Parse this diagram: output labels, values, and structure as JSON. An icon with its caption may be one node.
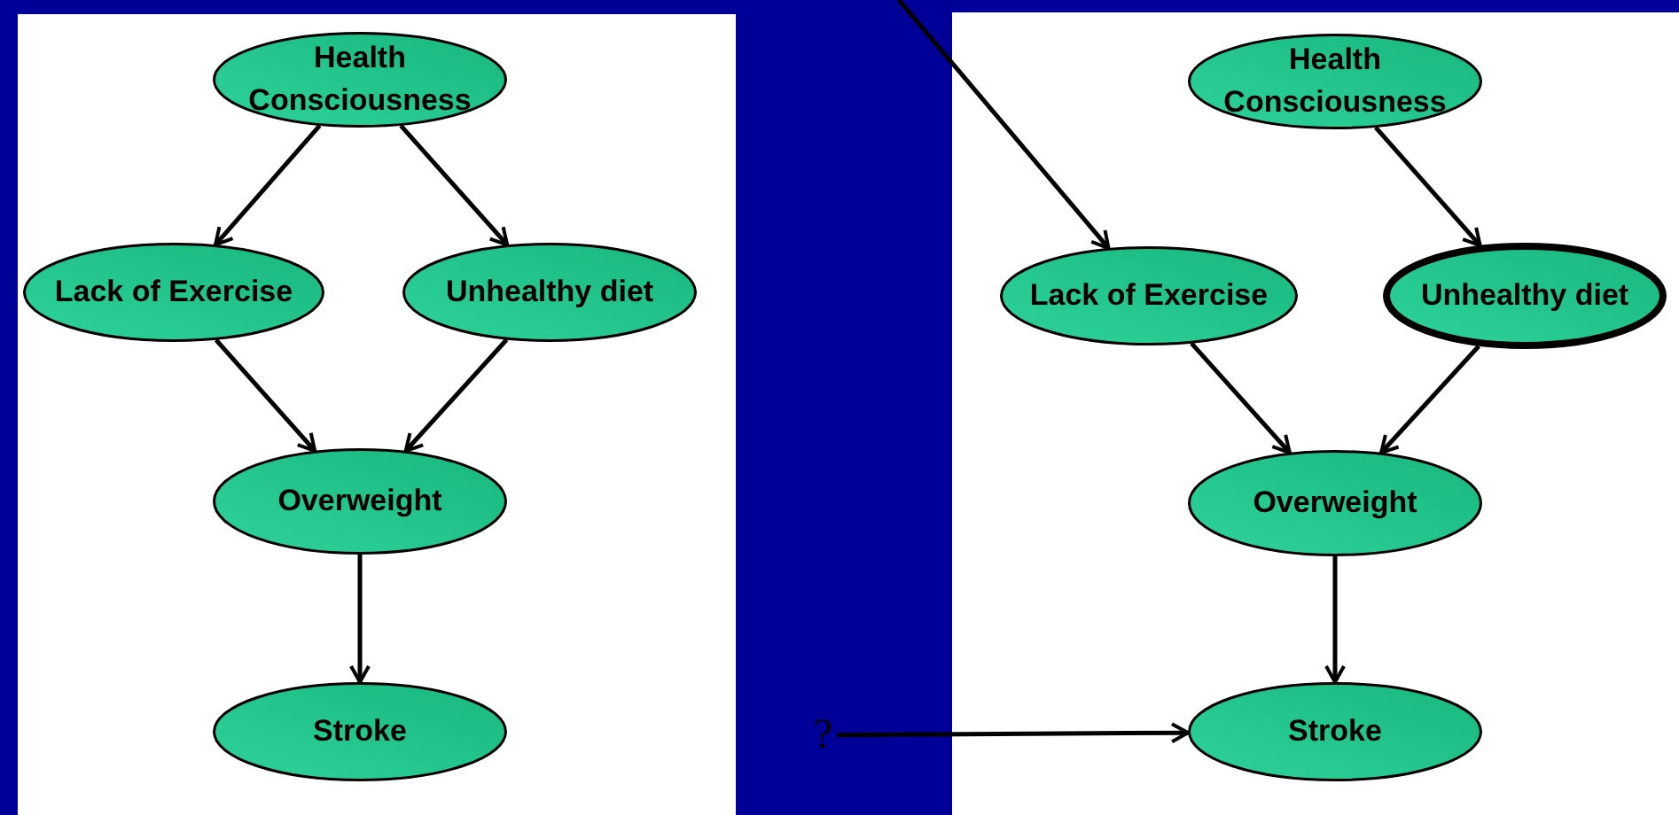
{
  "diagram": {
    "nodes": [
      {
        "text": [
          "Health Consciousness"
        ]
      },
      {
        "text": [
          "Lack of Exercise"
        ]
      },
      {
        "text": [
          "Unhealthy diet"
        ]
      },
      {
        "text": [
          "Overweight"
        ]
      },
      {
        "text": [
          "Stroke"
        ]
      },
      {
        "text": [
          "Health Consciousness"
        ]
      },
      {
        "text": [
          "Lack of Exercise"
        ]
      },
      {
        "text": [
          "Unhealthy diet"
        ]
      },
      {
        "text": [
          "Overweight"
        ]
      },
      {
        "text": [
          "Stroke"
        ]
      },
      {
        "text": [
          "?"
        ]
      }
    ],
    "edges": [
      {
        "from": 0,
        "to": 1,
        "arrow": "to"
      },
      {
        "from": 0,
        "to": 2,
        "arrow": "to"
      },
      {
        "from": 1,
        "to": 3,
        "arrow": "to"
      },
      {
        "from": 2,
        "to": 3,
        "arrow": "to"
      },
      {
        "from": 3,
        "to": 4,
        "arrow": "to"
      },
      {
        "from": null,
        "to": 6,
        "arrow": "to"
      },
      {
        "from": 5,
        "to": 7,
        "arrow": "to"
      },
      {
        "from": 6,
        "to": 8,
        "arrow": "to"
      },
      {
        "from": 7,
        "to": 8,
        "arrow": "to"
      },
      {
        "from": 8,
        "to": 9,
        "arrow": "to"
      },
      {
        "from": 10,
        "to": 9,
        "arrow": "to"
      }
    ]
  }
}
